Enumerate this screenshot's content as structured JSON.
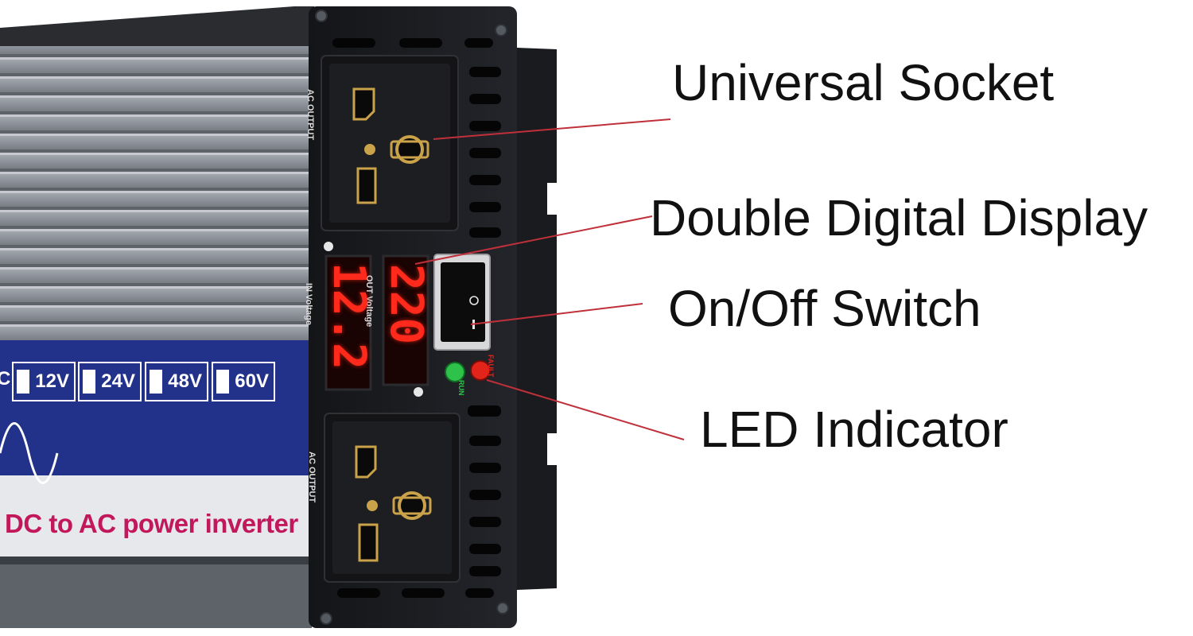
{
  "callouts": {
    "socket": "Universal Socket",
    "display": "Double Digital Display",
    "switch": "On/Off Switch",
    "led": "LED Indicator"
  },
  "device": {
    "brand_text": "DC to AC power inverter",
    "voltage_options": [
      "12V",
      "24V",
      "48V",
      "60V"
    ],
    "partial_left_char": "C",
    "socket_label_top": "AC OUTPUT",
    "socket_label_bottom": "AC OUTPUT",
    "in_voltage_label": "IN Voltage",
    "out_voltage_label": "OUT Voltage",
    "in_reading": "12.2",
    "out_reading": "220",
    "led_green_label": "RUN",
    "led_red_label": "FAULT"
  },
  "colors": {
    "casing": "#8e949c",
    "panel": "#1b1c1f",
    "band_blue": "#22318a",
    "display_red": "#ff2a1c",
    "leader_line": "#c0303a",
    "brand_text": "#c2185b"
  }
}
